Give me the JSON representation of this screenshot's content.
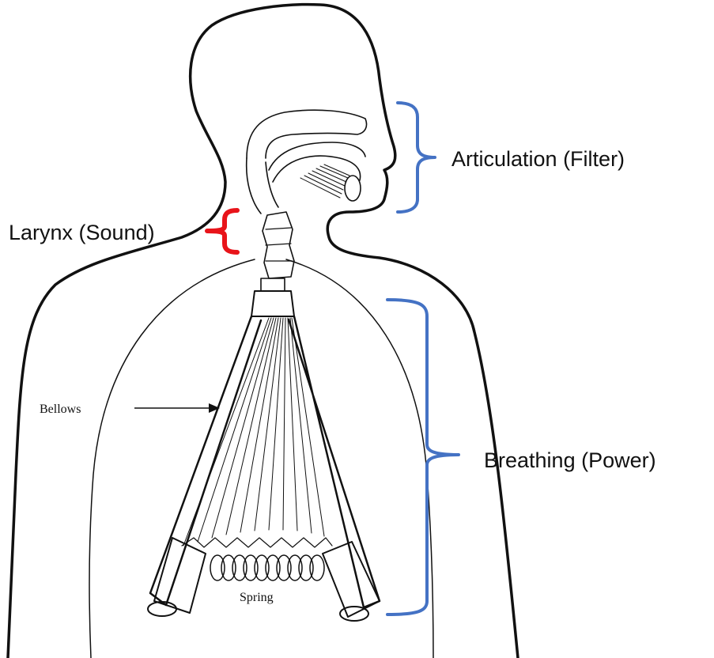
{
  "labels": {
    "articulation": "Articulation (Filter)",
    "larynx": "Larynx (Sound)",
    "breathing": "Breathing (Power)",
    "bellows": "Bellows",
    "spring": "Spring"
  },
  "colors": {
    "bracket_blue": "#4472C4",
    "bracket_red": "#E8141A",
    "ink": "#111111"
  }
}
